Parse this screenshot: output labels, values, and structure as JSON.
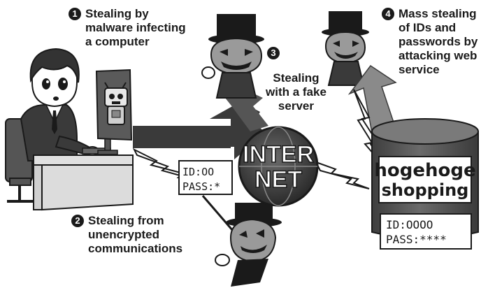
{
  "captions": {
    "c1": {
      "number": "1",
      "lines": [
        "Stealing by",
        "malware infecting",
        "a computer"
      ]
    },
    "c2": {
      "number": "2",
      "lines": [
        "Stealing from",
        "unencrypted",
        "communications"
      ]
    },
    "c3": {
      "number": "3",
      "lines": [
        "Stealing",
        "with a fake",
        "server"
      ]
    },
    "c4": {
      "number": "4",
      "lines": [
        "Mass stealing",
        "of IDs and",
        "passwords by",
        "attacking web",
        "service"
      ]
    }
  },
  "internet": {
    "line1": "INTER",
    "line2": "NET"
  },
  "shop": {
    "line1": "hogehoge",
    "line2": "shopping"
  },
  "flag_card": {
    "id": "ID:OO",
    "pass": "PASS:*"
  },
  "server_card": {
    "id": "ID:OOOO",
    "pass": "PASS:****"
  },
  "colors": {
    "ink": "#1a1a1a",
    "dark_gray": "#3a3a3a",
    "mid_gray": "#8a8a8a",
    "light_gray": "#c8c8c8",
    "cylinder": "#5a5a5a",
    "arrow": "#7d7d7d"
  },
  "icons": [
    "person-at-computer-icon",
    "robot-malware-icon",
    "pumpkin-thief-icon",
    "internet-globe-icon",
    "shopping-server-icon",
    "lightning-bolt-icon",
    "arrow-icon"
  ]
}
